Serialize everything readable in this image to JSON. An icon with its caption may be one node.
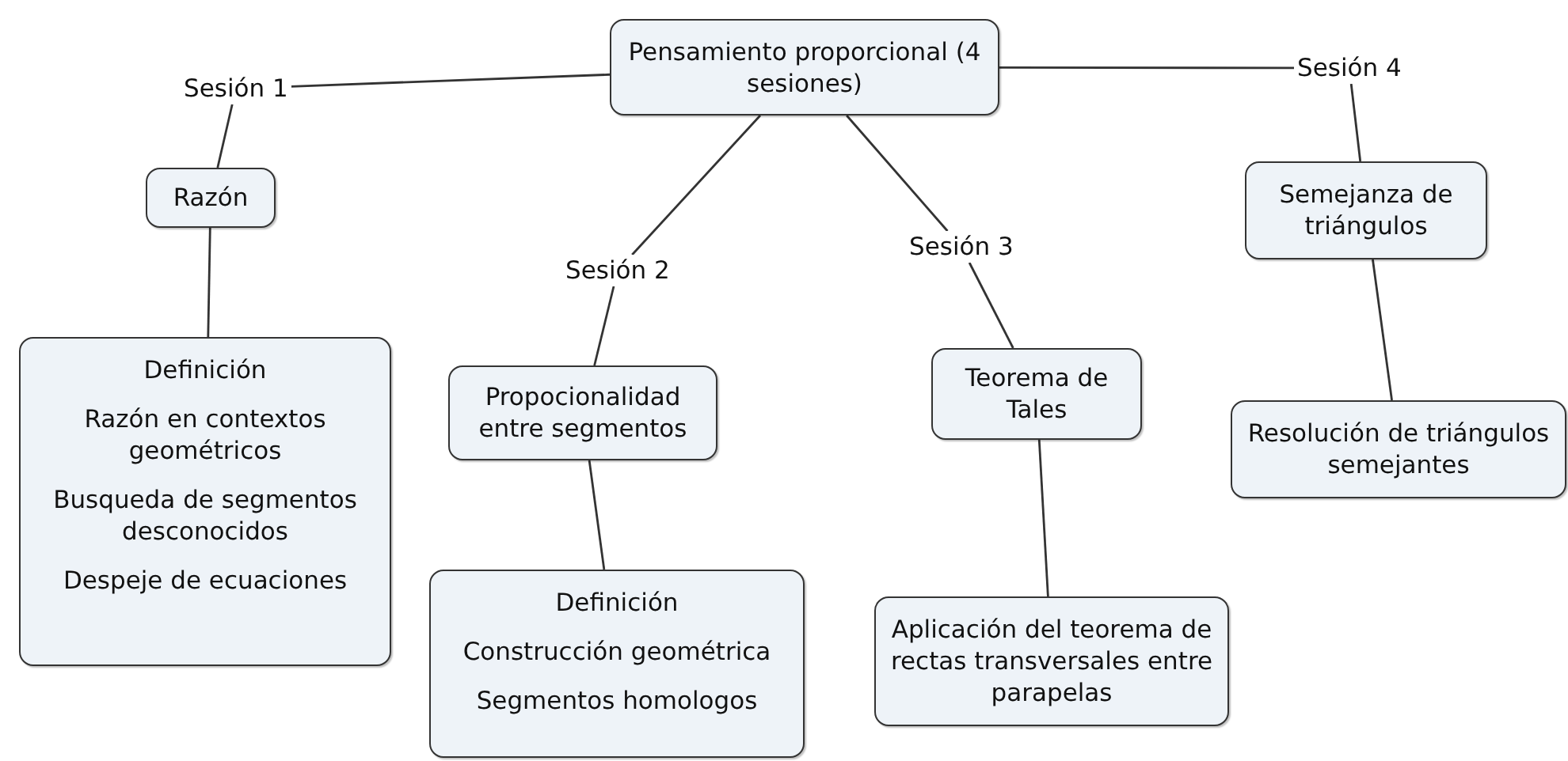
{
  "diagram": {
    "nodes": [
      {
        "text": [
          "Pensamiento proporcional (4 sesiones)"
        ]
      },
      {
        "text": [
          "Sesión 1"
        ]
      },
      {
        "text": [
          "Razón"
        ]
      },
      {
        "text": [
          "Definición",
          "Razón en contextos geométricos",
          "Busqueda de segmentos desconocidos",
          "Despeje de ecuaciones"
        ]
      },
      {
        "text": [
          "Sesión 2"
        ]
      },
      {
        "text": [
          "Propocionalidad entre segmentos"
        ]
      },
      {
        "text": [
          "Definición",
          "Construcción geométrica",
          "Segmentos homologos"
        ]
      },
      {
        "text": [
          "Sesión 3"
        ]
      },
      {
        "text": [
          "Teorema de Tales"
        ]
      },
      {
        "text": [
          "Aplicación del teorema de rectas transversales entre parapelas"
        ]
      },
      {
        "text": [
          "Sesión 4"
        ]
      },
      {
        "text": [
          "Semejanza de triángulos"
        ]
      },
      {
        "text": [
          "Resolución de triángulos semejantes"
        ]
      }
    ],
    "edges": [
      {
        "from": 0,
        "to": 1,
        "arrow": "none"
      },
      {
        "from": 1,
        "to": 2,
        "arrow": "none"
      },
      {
        "from": 2,
        "to": 3,
        "arrow": "none"
      },
      {
        "from": 0,
        "to": 4,
        "arrow": "none"
      },
      {
        "from": 4,
        "to": 5,
        "arrow": "none"
      },
      {
        "from": 5,
        "to": 6,
        "arrow": "none"
      },
      {
        "from": 0,
        "to": 7,
        "arrow": "none"
      },
      {
        "from": 7,
        "to": 8,
        "arrow": "none"
      },
      {
        "from": 8,
        "to": 9,
        "arrow": "none"
      },
      {
        "from": 0,
        "to": 10,
        "arrow": "none"
      },
      {
        "from": 10,
        "to": 11,
        "arrow": "none"
      },
      {
        "from": 11,
        "to": 12,
        "arrow": "none"
      }
    ]
  }
}
